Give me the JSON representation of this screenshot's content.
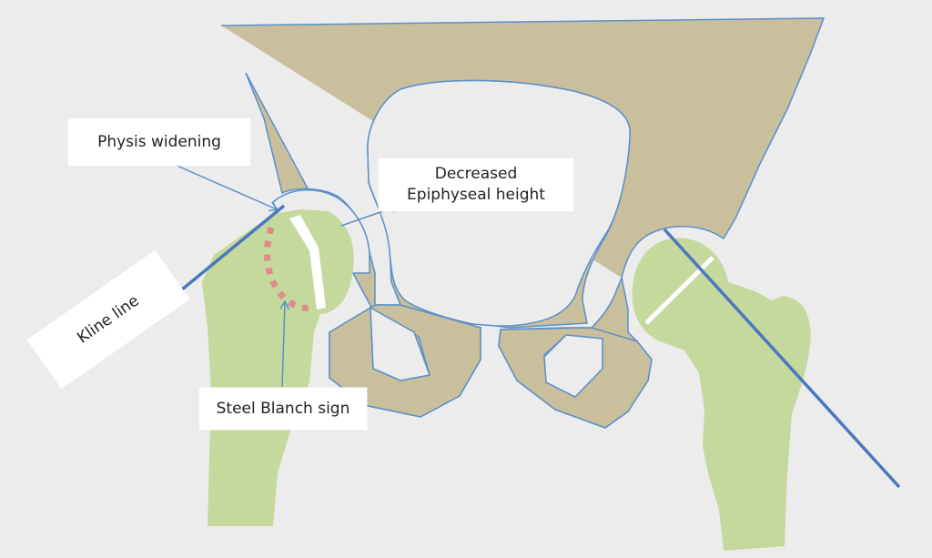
{
  "labels": {
    "physis_widening": "Physis widening",
    "decreased_height_line1": "Decreased",
    "decreased_height_line2": "Epiphyseal height",
    "steel_blanch": "Steel Blanch sign",
    "kline": "Kline line"
  },
  "colors": {
    "background": "#ececec",
    "pelvis_fill": "#c9bf9c",
    "outline": "#5b8fc9",
    "femur_fill": "#c5d99c",
    "physis_line": "#ffffff",
    "steel_blanch_dots": "#e08a8a",
    "kline": "#4a78c0",
    "arrow": "#5b8fc9"
  }
}
